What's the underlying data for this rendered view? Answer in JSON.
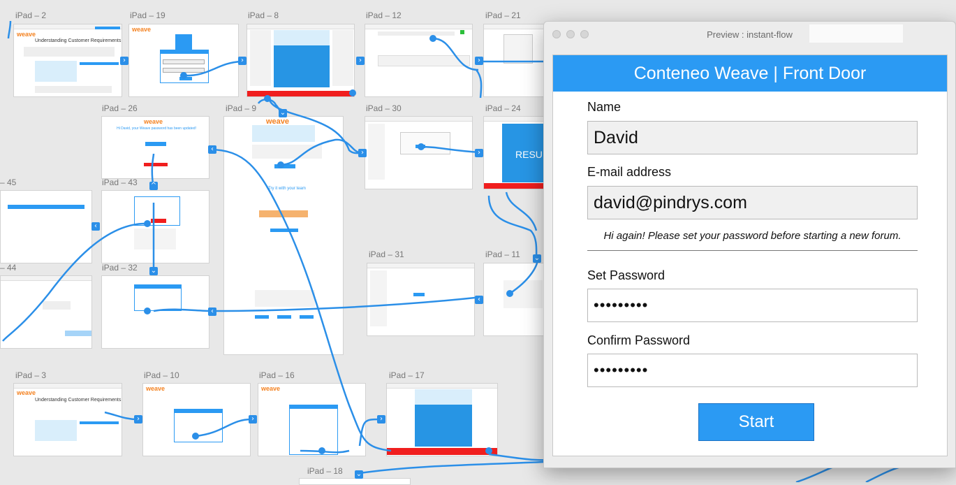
{
  "canvas": {
    "boards": [
      {
        "id": "ipad-2",
        "label": "iPad – 2"
      },
      {
        "id": "ipad-19",
        "label": "iPad – 19"
      },
      {
        "id": "ipad-8",
        "label": "iPad – 8"
      },
      {
        "id": "ipad-12",
        "label": "iPad – 12"
      },
      {
        "id": "ipad-21",
        "label": "iPad – 21"
      },
      {
        "id": "ipad-26",
        "label": "iPad – 26"
      },
      {
        "id": "ipad-9",
        "label": "iPad – 9"
      },
      {
        "id": "ipad-30",
        "label": "iPad – 30"
      },
      {
        "id": "ipad-24",
        "label": "iPad – 24"
      },
      {
        "id": "ipad-45",
        "label": "– 45"
      },
      {
        "id": "ipad-43",
        "label": "iPad – 43"
      },
      {
        "id": "ipad-31",
        "label": "iPad – 31"
      },
      {
        "id": "ipad-11",
        "label": "iPad – 11"
      },
      {
        "id": "ipad-44",
        "label": "– 44"
      },
      {
        "id": "ipad-32",
        "label": "iPad – 32"
      },
      {
        "id": "ipad-3",
        "label": "iPad – 3"
      },
      {
        "id": "ipad-10",
        "label": "iPad – 10"
      },
      {
        "id": "ipad-16",
        "label": "iPad – 16"
      },
      {
        "id": "ipad-17",
        "label": "iPad – 17"
      },
      {
        "id": "ipad-18",
        "label": "iPad – 18"
      }
    ],
    "snippets": {
      "weave_logo": "weave",
      "heading_understanding": "Understanding Customer Requirements",
      "resu_text": "RESU",
      "hi_david": "Hi David, your Weave password has been updated!",
      "try_team": "Try it with your team"
    },
    "connector_color": "#2b8fe8"
  },
  "preview": {
    "window_title": "Preview : instant-flow",
    "header": "Conteneo Weave | Front Door",
    "name_label": "Name",
    "name_value": "David",
    "email_label": "E-mail address",
    "email_value": "david@pindrys.com",
    "hint": "Hi again! Please set your password before starting a new forum.",
    "set_password_label": "Set Password",
    "set_password_value": "•••••••••",
    "confirm_password_label": "Confirm Password",
    "confirm_password_value": "•••••••••",
    "start_label": "Start",
    "accent_color": "#2b9af3"
  }
}
